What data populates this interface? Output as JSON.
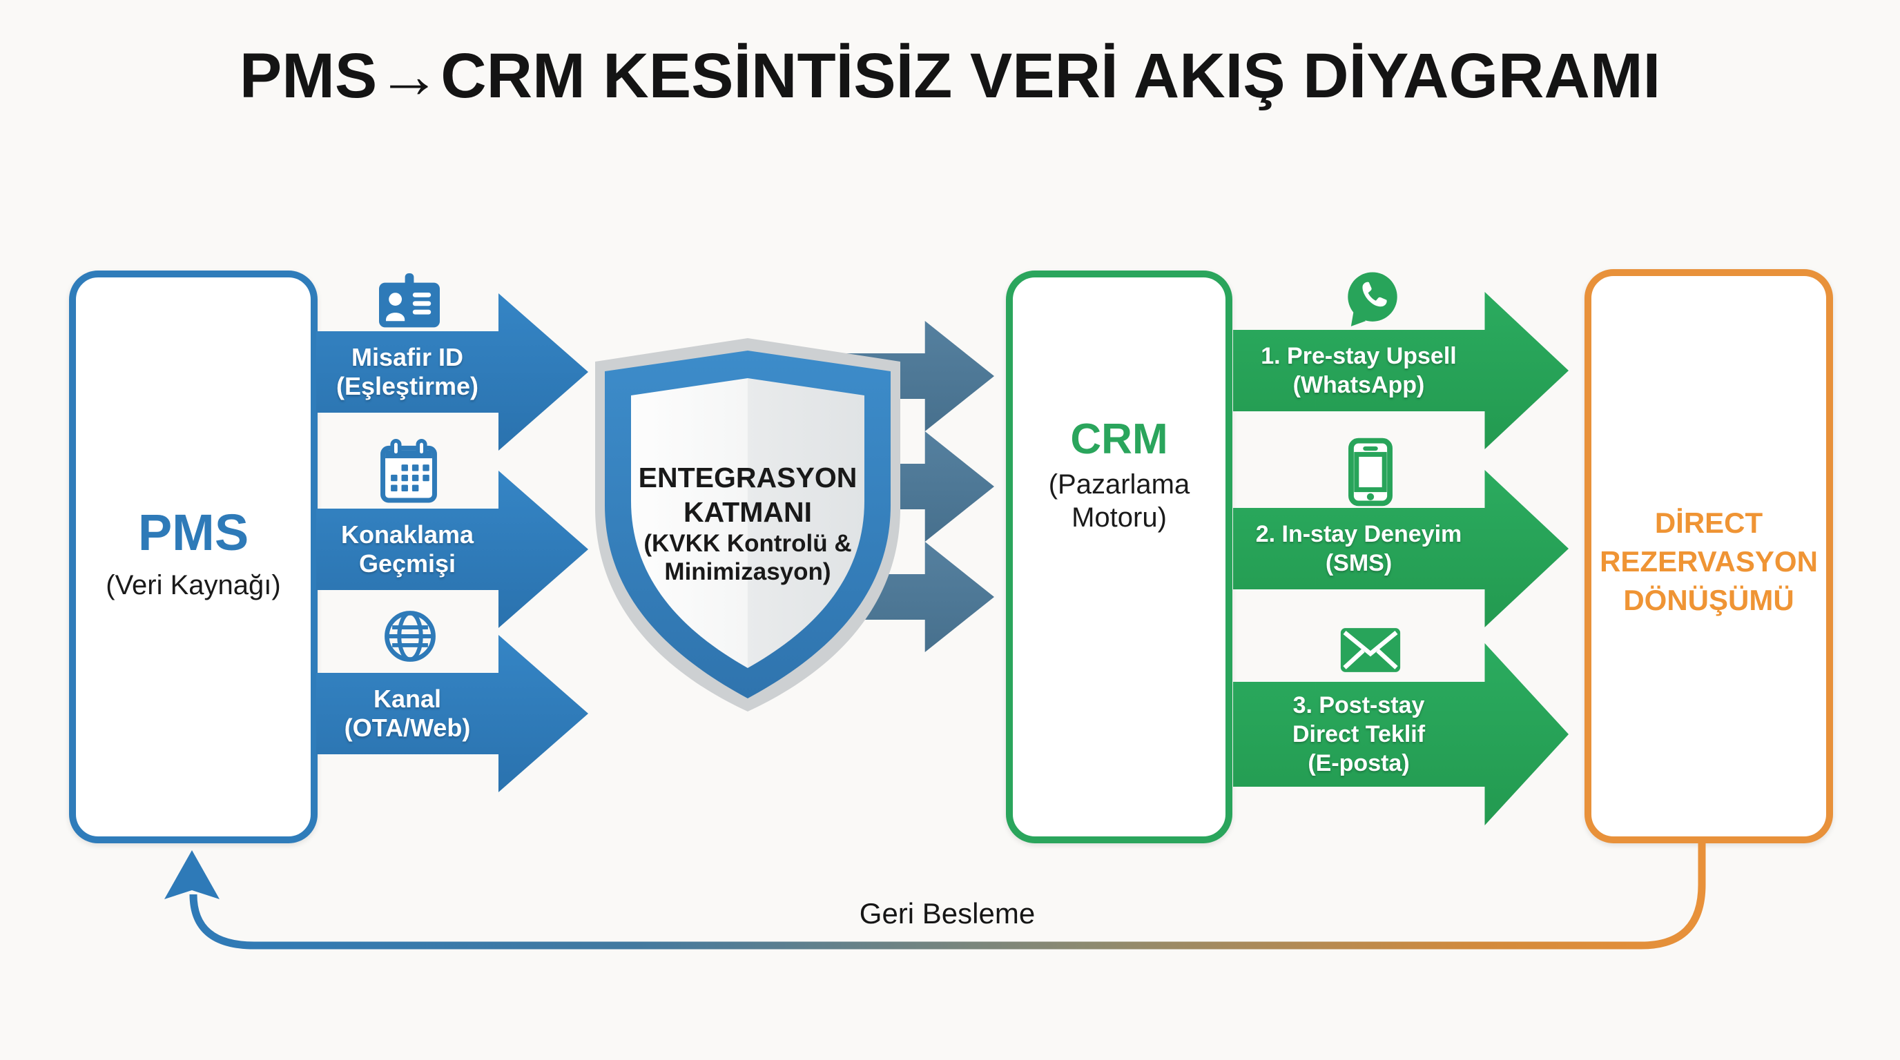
{
  "title": "PMS→CRM KESİNTİSİZ VERİ AKIŞ DİYAGRAMI",
  "pms_box": {
    "title": "PMS",
    "subtitle": "(Veri Kaynağı)"
  },
  "pms_streams": [
    {
      "icon": "id-card-icon",
      "line1": "Misafir ID",
      "line2": "(Eşleştirme)"
    },
    {
      "icon": "calendar-icon",
      "line1": "Konaklama",
      "line2": "Geçmişi"
    },
    {
      "icon": "globe-icon",
      "line1": "Kanal",
      "line2": "(OTA/Web)"
    }
  ],
  "shield": {
    "line1": "ENTEGRASYON",
    "line2": "KATMANI",
    "line3": "(KVKK Kontrolü &",
    "line4": "Minimizasyon)"
  },
  "crm_box": {
    "title": "CRM",
    "subtitle1": "(Pazarlama",
    "subtitle2": "Motoru)"
  },
  "crm_streams": [
    {
      "icon": "whatsapp-icon",
      "line1": "1. Pre-stay Upsell",
      "line2": "(WhatsApp)"
    },
    {
      "icon": "phone-icon",
      "line1": "2. In-stay Deneyim",
      "line2": "(SMS)"
    },
    {
      "icon": "envelope-icon",
      "line1": "3. Post-stay",
      "line2": "Direct Teklif",
      "line3": "(E-posta)"
    }
  ],
  "direct_box": {
    "line1": "DİRECT",
    "line2": "REZERVASYON",
    "line3": "DÖNÜŞÜMÜ"
  },
  "feedback_label": "Geri Besleme",
  "colors": {
    "blue": "#2e7ab8",
    "steel_blue": "#4f7ca0",
    "green": "#28a45a",
    "orange": "#e8913a",
    "background": "#faf9f7",
    "title_text": "#141414"
  }
}
